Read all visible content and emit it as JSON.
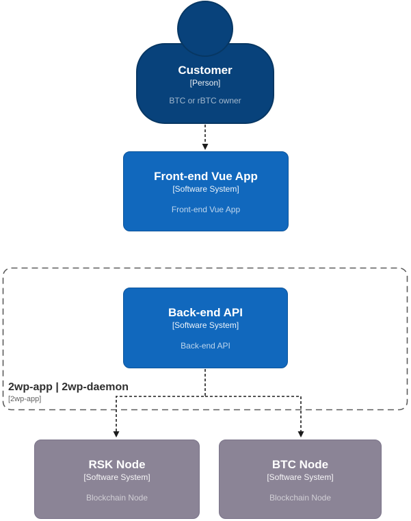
{
  "person": {
    "name": "Customer",
    "meta": "[Person]",
    "description": "BTC or rBTC owner"
  },
  "frontend": {
    "name": "Front-end Vue App",
    "meta": "[Software System]",
    "description": "Front-end Vue App"
  },
  "boundary": {
    "title": "2wp-app | 2wp-daemon",
    "meta": "[2wp-app]"
  },
  "backend": {
    "name": "Back-end API",
    "meta": "[Software System]",
    "description": "Back-end API"
  },
  "rsk": {
    "name": "RSK Node",
    "meta": "[Software System]",
    "description": "Blockchain Node"
  },
  "btc": {
    "name": "BTC Node",
    "meta": "[Software System]",
    "description": "Blockchain Node"
  },
  "colors": {
    "person_fill": "#08427b",
    "person_stroke": "#073763",
    "system_fill": "#1168bd",
    "system_stroke": "#0d559c",
    "node_fill": "#8b8496",
    "node_stroke": "#7a7389",
    "boundary_stroke": "#5b5b5b",
    "connector": "#1c1c1c",
    "background": "#ffffff"
  }
}
